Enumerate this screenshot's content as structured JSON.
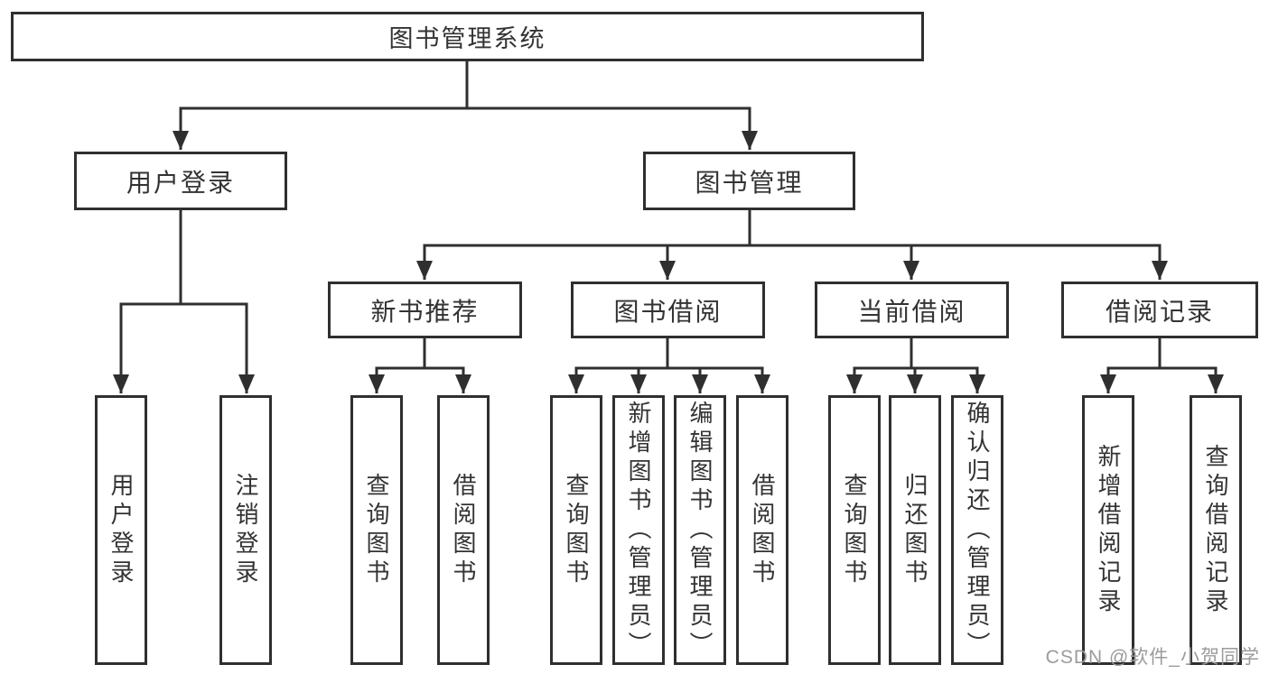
{
  "diagram": {
    "root": "图书管理系统",
    "level2": [
      "用户登录",
      "图书管理"
    ],
    "level3": [
      "新书推荐",
      "图书借阅",
      "当前借阅",
      "借阅记录"
    ],
    "leaves_user_login": [
      "用户登录",
      "注销登录"
    ],
    "leaves_new_books": [
      "查询图书",
      "借阅图书"
    ],
    "leaves_book_borrow": [
      "查询图书",
      "新增图书（管理员）",
      "编辑图书（管理员）",
      "借阅图书"
    ],
    "leaves_current_borrow": [
      "查询图书",
      "归还图书",
      "确认归还（管理员）"
    ],
    "leaves_borrow_records": [
      "新增借阅记录",
      "查询借阅记录"
    ]
  },
  "watermark": "CSDN @软件_小贺同学",
  "colors": {
    "line": "#2f2f2f",
    "text": "#333333",
    "bg": "#ffffff",
    "watermark": "#9b9b9b"
  }
}
